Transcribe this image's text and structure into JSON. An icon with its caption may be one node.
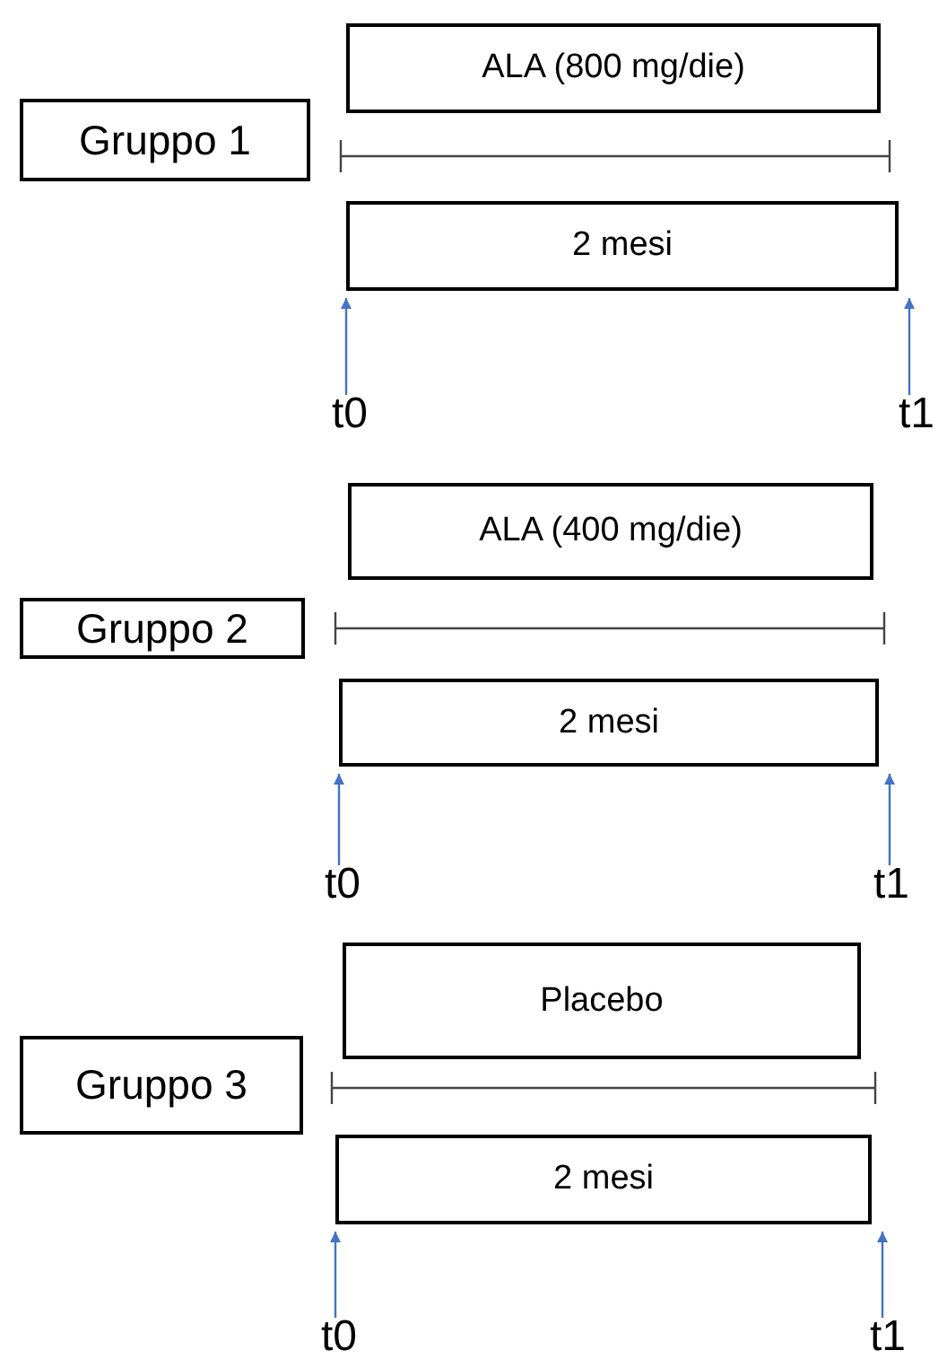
{
  "diagram": {
    "nodes": [
      {
        "text": [
          "ALA (800 mg/die)"
        ]
      },
      {
        "text": [
          "Gruppo 1"
        ]
      },
      {
        "text": [
          "2 mesi"
        ]
      },
      {
        "text": [
          "t0"
        ]
      },
      {
        "text": [
          "t1"
        ]
      },
      {
        "text": [
          "ALA (400 mg/die)"
        ]
      },
      {
        "text": [
          "Gruppo 2"
        ]
      },
      {
        "text": [
          "2 mesi"
        ]
      },
      {
        "text": [
          "t0"
        ]
      },
      {
        "text": [
          "t1"
        ]
      },
      {
        "text": [
          "Placebo"
        ]
      },
      {
        "text": [
          "Gruppo 3"
        ]
      },
      {
        "text": [
          "2 mesi"
        ]
      },
      {
        "text": [
          "t0"
        ]
      },
      {
        "text": [
          "t1"
        ]
      }
    ],
    "edges": [
      {
        "from": 3,
        "to": 2,
        "arrow": "to"
      },
      {
        "from": 4,
        "to": 2,
        "arrow": "to"
      },
      {
        "from": 8,
        "to": 7,
        "arrow": "to"
      },
      {
        "from": 9,
        "to": 7,
        "arrow": "to"
      },
      {
        "from": 13,
        "to": 12,
        "arrow": "to"
      },
      {
        "from": 14,
        "to": 12,
        "arrow": "to"
      }
    ]
  }
}
